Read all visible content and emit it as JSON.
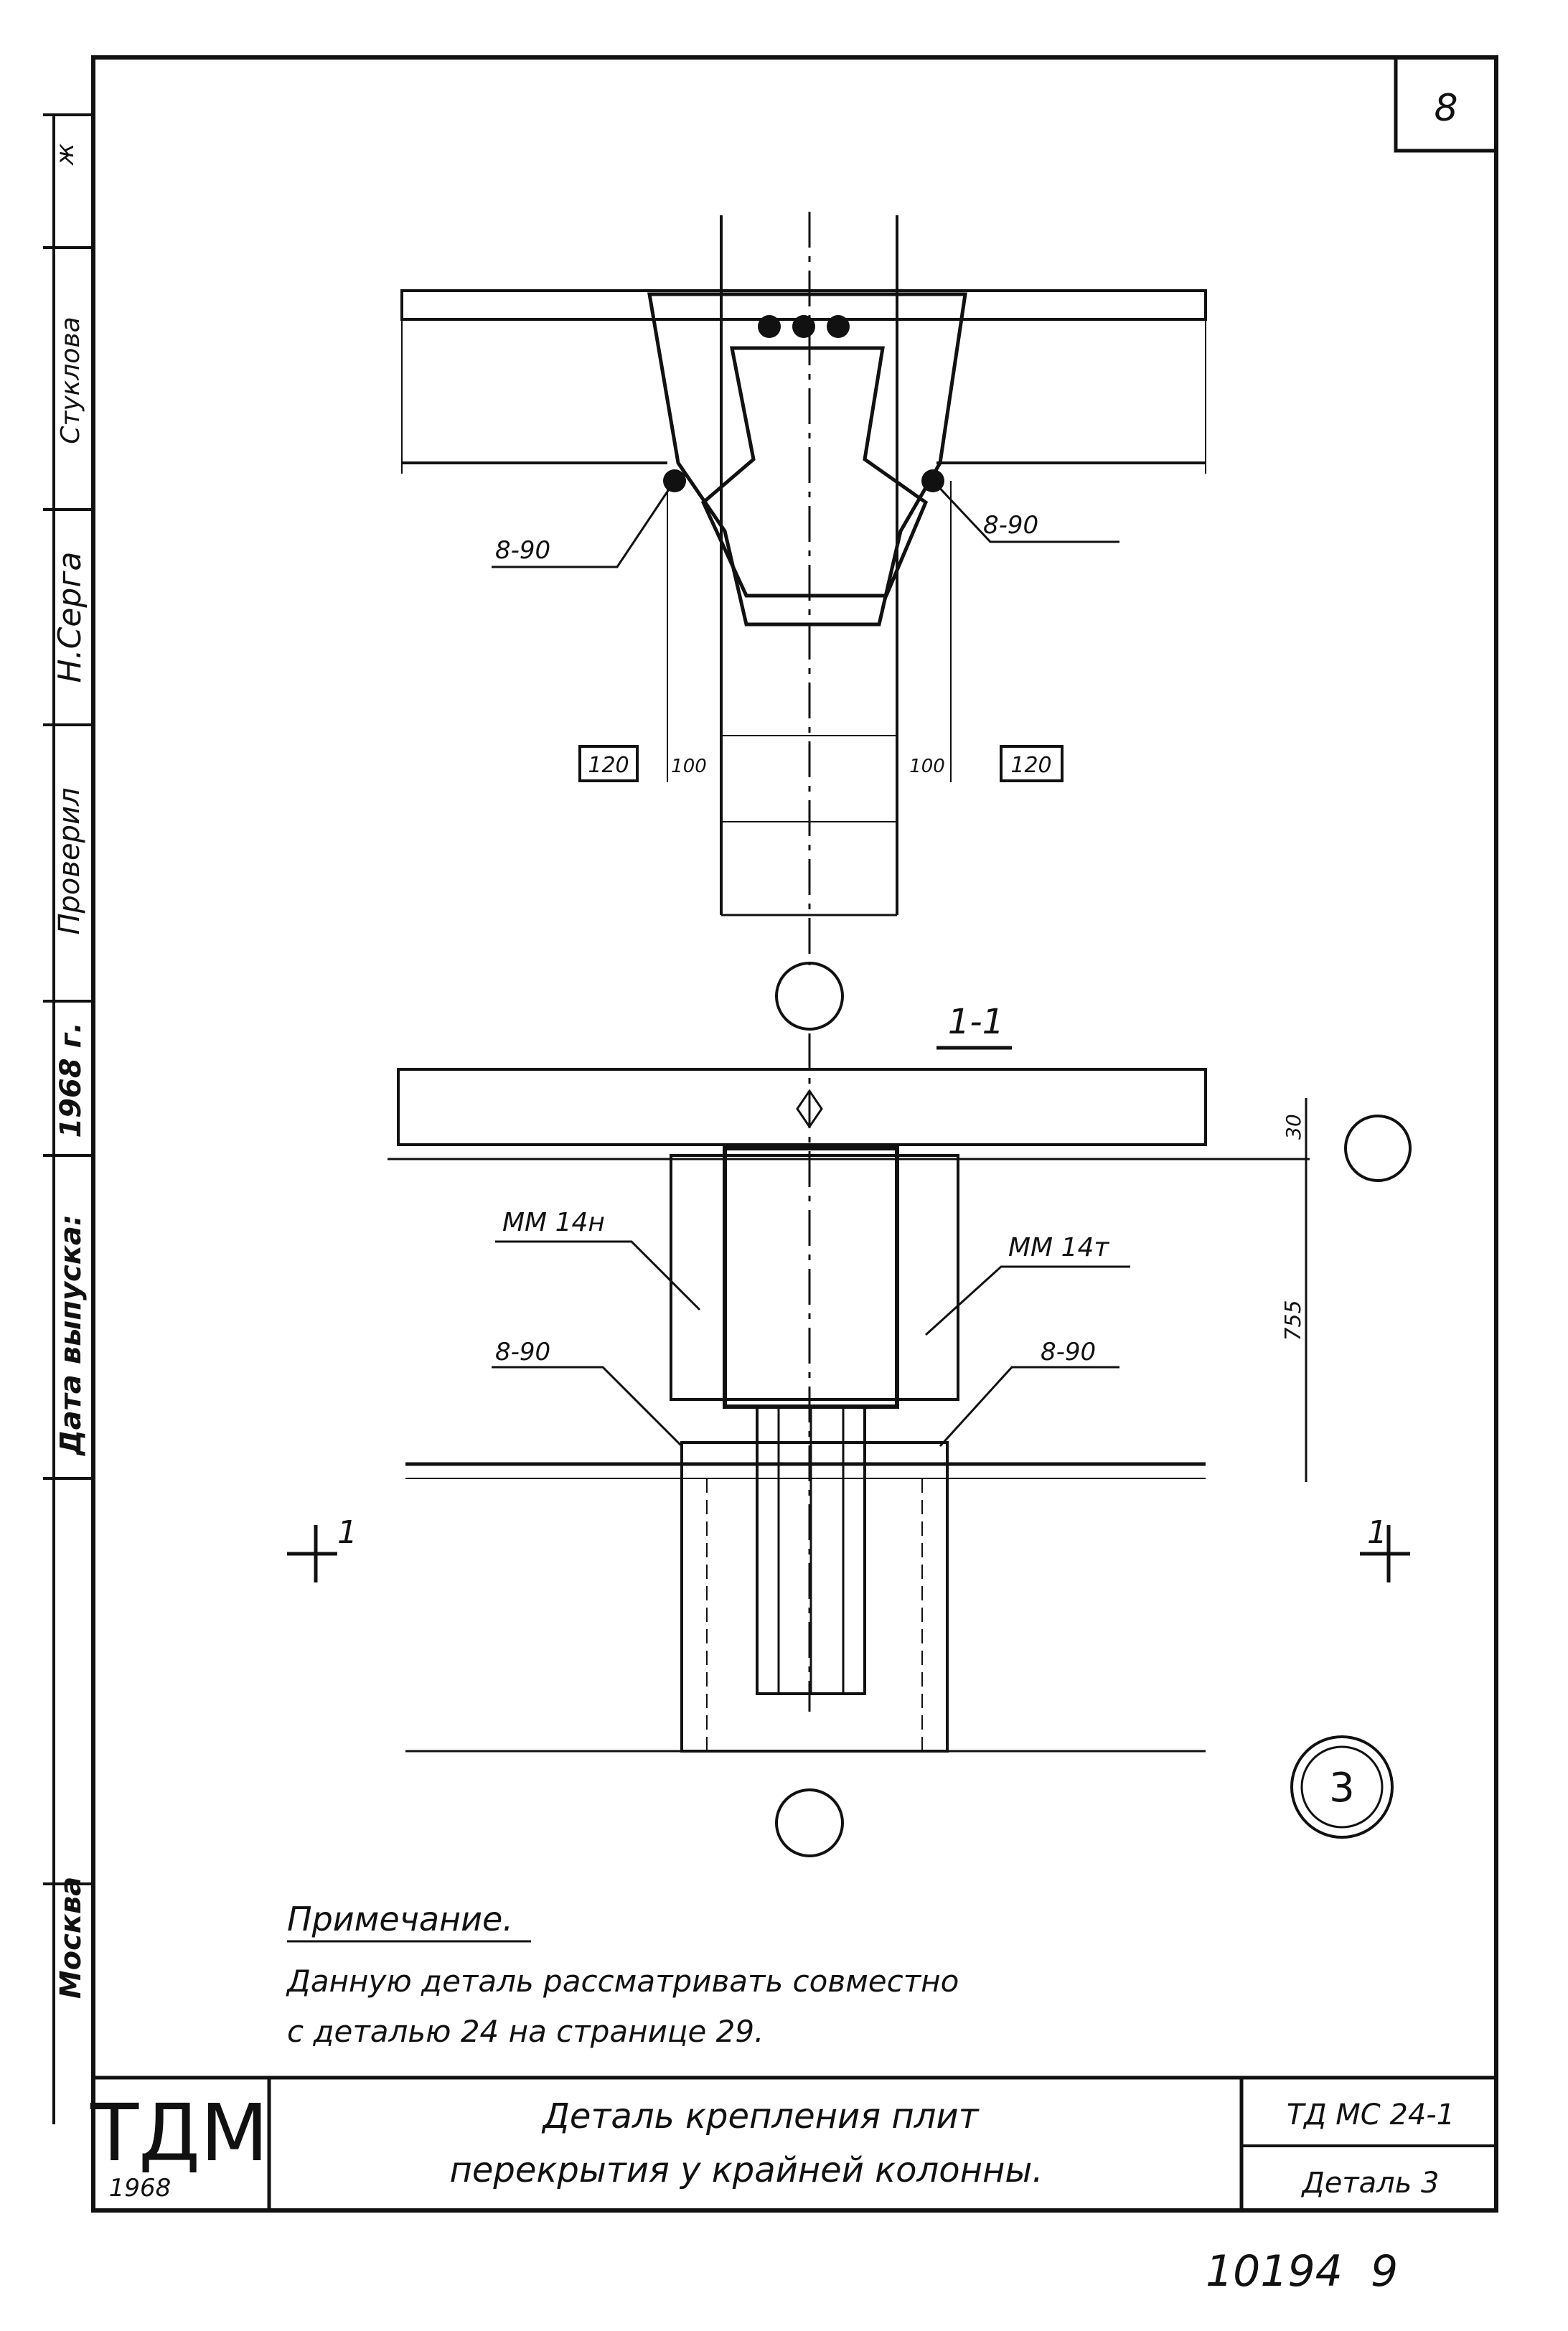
{
  "sheet": {
    "page_number": "8",
    "sidebar_labels": {
      "top_mark": "ж",
      "author": "Стуклова",
      "signature": "Н.Серга",
      "checked": "Проверил",
      "year": "1968 г.",
      "release_date": "Дата выпуска:",
      "city": "Москва"
    }
  },
  "drawing": {
    "weld_labels": [
      "8-90",
      "8-90",
      "8-90",
      "8-90"
    ],
    "dimensions": {
      "left_box": "120",
      "left_small": "100",
      "right_small": "100",
      "right_box": "120",
      "top_gap": "30",
      "height": "755"
    },
    "parts": {
      "left": "ММ 14н",
      "right": "ММ 14т"
    },
    "section_label": "1-1",
    "cut_left": "1",
    "cut_right": "1",
    "detail_number": "3"
  },
  "note": {
    "title": "Примечание.",
    "line1": "Данную деталь   рассматривать   совместно",
    "line2": "с деталью 24 на   странице 29."
  },
  "title_block": {
    "logo": "ТДМ",
    "logo_year": "1968",
    "title_line1": "Деталь крепления   плит",
    "title_line2": "перекрытия у крайней колонны.",
    "code": "ТД МС 24-1",
    "sheet": "Деталь 3"
  },
  "footer": {
    "number": "10194",
    "page": "9"
  }
}
